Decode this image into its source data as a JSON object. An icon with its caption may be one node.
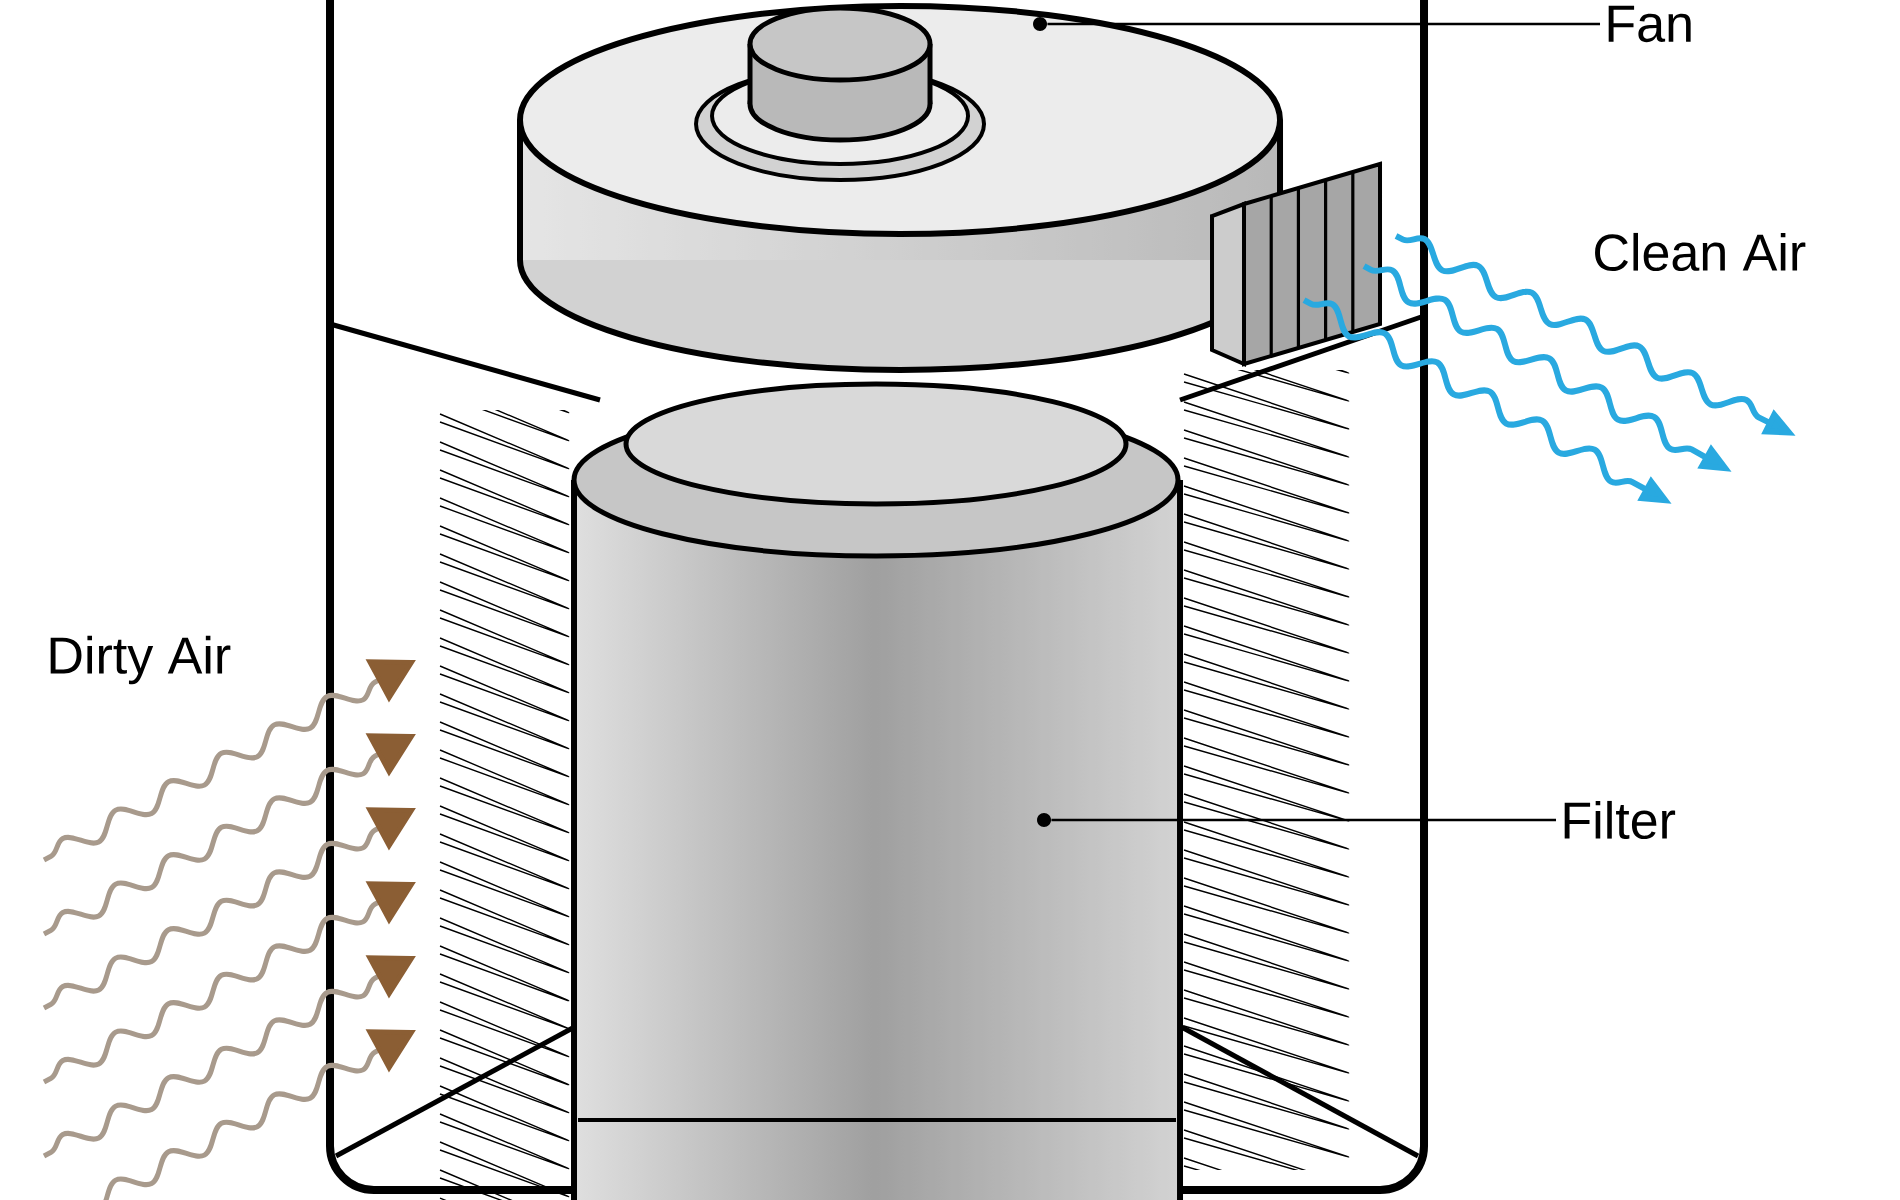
{
  "diagram": {
    "nodes": [
      {
        "text": [
          "Fan"
        ]
      },
      {
        "text": [],
        "shape": "circle"
      },
      {
        "text": [
          "Filter"
        ]
      },
      {
        "text": [],
        "shape": "circle"
      }
    ],
    "edges": [
      {
        "from": 0,
        "to": 1,
        "arrow": "none"
      },
      {
        "from": 2,
        "to": 3,
        "arrow": "none"
      }
    ],
    "labels": [
      "Clean Air",
      "Dirty Air"
    ]
  }
}
